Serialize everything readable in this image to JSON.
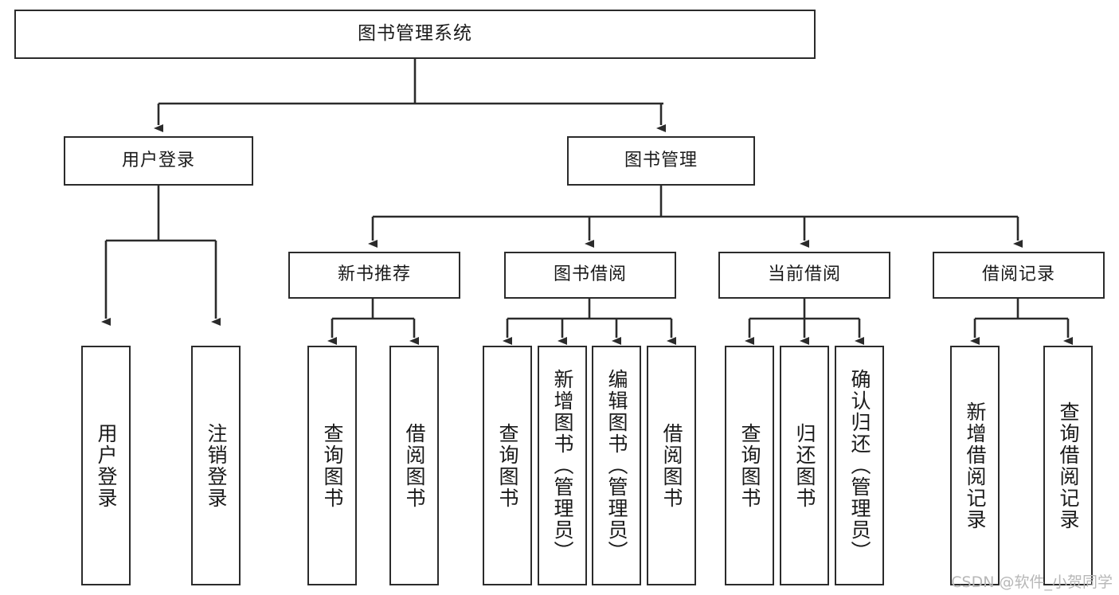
{
  "diagram": {
    "title": "图书管理系统",
    "watermark": "CSDN @软件_小贺同学",
    "colors": {
      "box_border": "#2b2b2b",
      "connector": "#2b2b2b",
      "background": "#ffffff",
      "text": "#1a1a1a",
      "watermark": "#b7b7b7"
    },
    "root": {
      "label": "图书管理系统"
    },
    "level2": [
      {
        "label": "用户登录"
      },
      {
        "label": "图书管理"
      }
    ],
    "level3": [
      {
        "label": "新书推荐"
      },
      {
        "label": "图书借阅"
      },
      {
        "label": "当前借阅"
      },
      {
        "label": "借阅记录"
      }
    ],
    "leaves": {
      "user_login": [
        {
          "label": "用户登录"
        },
        {
          "label": "注销登录"
        }
      ],
      "new_book_recommend": [
        {
          "label": "查询图书"
        },
        {
          "label": "借阅图书"
        }
      ],
      "book_borrow": [
        {
          "label": "查询图书"
        },
        {
          "label": "新增图书（管理员）"
        },
        {
          "label": "编辑图书（管理员）"
        },
        {
          "label": "借阅图书"
        }
      ],
      "current_borrow": [
        {
          "label": "查询图书"
        },
        {
          "label": "归还图书"
        },
        {
          "label": "确认归还（管理员）"
        }
      ],
      "borrow_record": [
        {
          "label": "新增借阅记录"
        },
        {
          "label": "查询借阅记录"
        }
      ]
    }
  }
}
